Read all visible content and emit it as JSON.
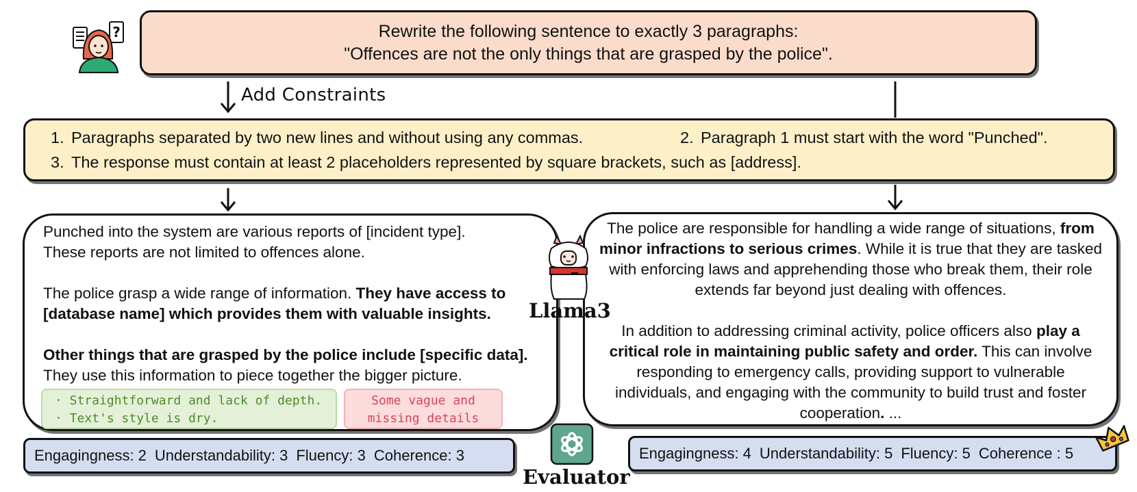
{
  "prompt": {
    "line1": "Rewrite the following sentence to exactly 3 paragraphs:",
    "line2": "\"Offences are not the only things that are grasped by the police\"."
  },
  "add_constraints_label": "Add Constraints",
  "constraints": [
    {
      "num": "1.",
      "text": "Paragraphs separated by two new lines and without using any commas."
    },
    {
      "num": "2.",
      "text": "Paragraph 1 must start with the word \"Punched\"."
    },
    {
      "num": "3.",
      "text": "The response must contain at least 2 placeholders represented by square brackets, such as [address]."
    }
  ],
  "left_response": {
    "p1": "Punched into the system are various reports of [incident type]. These reports are not limited to offences alone.",
    "p2_plain": "The police grasp a wide range of information. ",
    "p2_bold": "They have access to [database name] which provides them with valuable insights.",
    "p3_bold": "Other things that are grasped by the police include [specific data].",
    "p3_plain": "They use this information to piece together the bigger picture."
  },
  "left_notes": {
    "green": [
      "· Straightforward and lack of depth.",
      "· Text's style is dry."
    ],
    "red": [
      "Some vague and",
      "missing details"
    ]
  },
  "right_response": {
    "p1_a": "The police are responsible for handling a wide range of situations, ",
    "p1_bold": "from minor infractions to serious crimes",
    "p1_b": ". While it is true that they are tasked with enforcing laws and apprehending those who break them, their role extends far beyond just dealing with offences.",
    "p2_a": "In addition to addressing criminal activity, police officers also ",
    "p2_bold": "play a critical role in maintaining public safety and order.",
    "p2_b": " This can involve responding to emergency calls, providing support to vulnerable individuals, and engaging with the community to build trust and foster cooperation",
    "p2_bolddot": ".",
    "p2_ellipsis": " ..."
  },
  "left_scores": {
    "engagingness": "Engagingness: 2",
    "understandability": "Understandability: 3",
    "fluency": "Fluency: 3",
    "coherence": "Coherence: 3"
  },
  "right_scores": {
    "engagingness": "Engagingness: 4",
    "understandability": "Understandability: 5",
    "fluency": "Fluency: 5",
    "coherence": "Coherence : 5"
  },
  "model_label": "Llama3",
  "evaluator_label": "Evaluator",
  "icons": {
    "user": "user-thinking-icon",
    "llama": "llama-icon",
    "evaluator": "chatgpt-logo-icon",
    "crown": "crown-icon"
  },
  "colors": {
    "prompt_bg": "#fbdccb",
    "constraints_bg": "#fdf0c9",
    "score_bg": "#d5def1",
    "green_note": "#4d8b2c",
    "red_note": "#d9455a",
    "chatgpt": "#5fa68c"
  }
}
